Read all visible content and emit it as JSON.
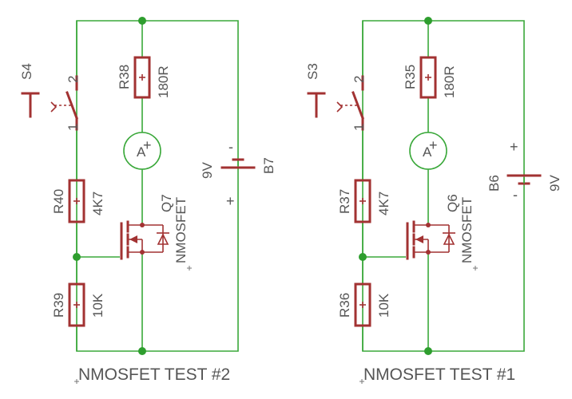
{
  "circuits": [
    {
      "id": "c2",
      "title": "NMOSFET TEST #2",
      "switch_name": "S4",
      "switch_pin1": "1",
      "switch_pin2": "2",
      "r_top_name": "R38",
      "r_top_value": "180R",
      "r_gate_name": "R40",
      "r_gate_value": "4K7",
      "r_pull_name": "R39",
      "r_pull_value": "10K",
      "meter_label": "A",
      "fet_name": "Q7",
      "fet_type": "NMOSFET",
      "battery_name": "B7",
      "battery_value": "9V",
      "plus": "+",
      "minus": "-"
    },
    {
      "id": "c1",
      "title": "NMOSFET TEST #1",
      "switch_name": "S3",
      "switch_pin1": "1",
      "switch_pin2": "2",
      "r_top_name": "R35",
      "r_top_value": "180R",
      "r_gate_name": "R37",
      "r_gate_value": "4K7",
      "r_pull_name": "R36",
      "r_pull_value": "10K",
      "meter_label": "A",
      "fet_name": "Q6",
      "fet_type": "NMOSFET",
      "battery_name": "B6",
      "battery_value": "9V",
      "plus": "+",
      "minus": "-"
    }
  ]
}
